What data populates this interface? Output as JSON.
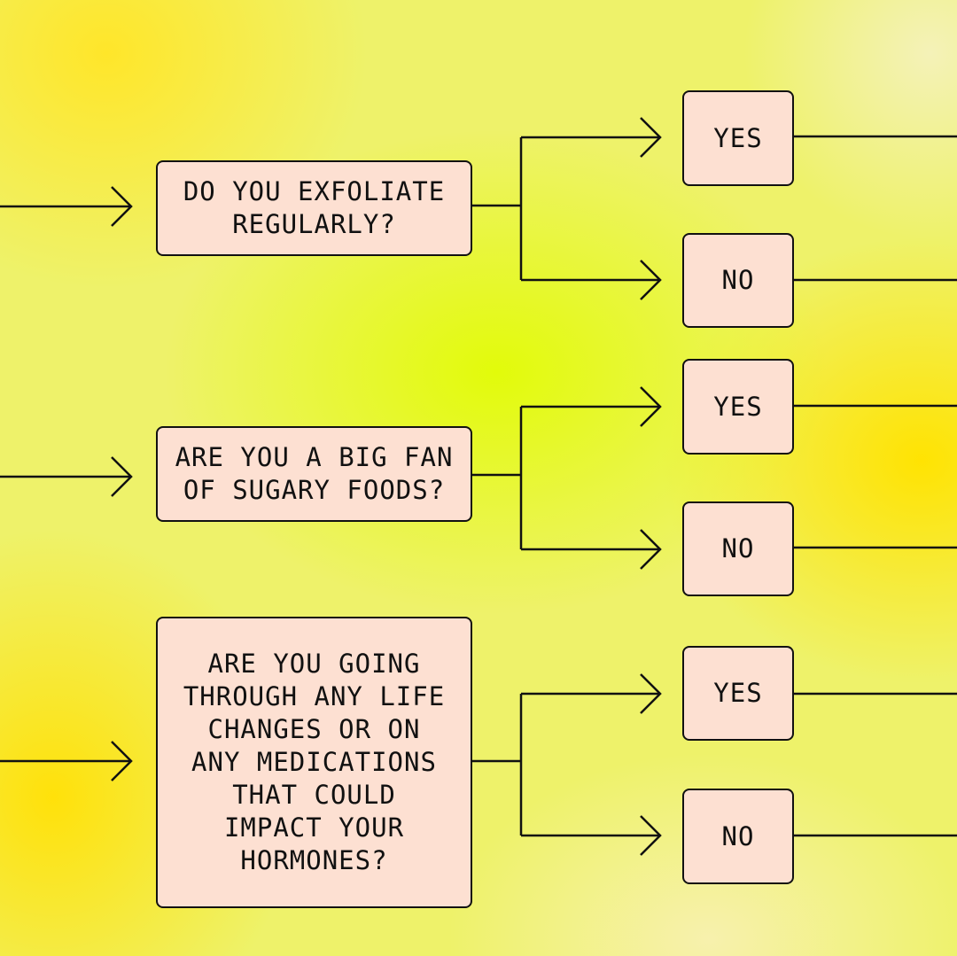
{
  "colors": {
    "box_fill": "#fde0d2",
    "stroke": "#111111"
  },
  "questions": [
    {
      "text": "DO YOU EXFOLIATE REGULARLY?",
      "answers": [
        "YES",
        "NO"
      ]
    },
    {
      "text": "ARE YOU A BIG FAN OF SUGARY FOODS?",
      "answers": [
        "YES",
        "NO"
      ]
    },
    {
      "text": "ARE YOU GOING THROUGH ANY LIFE CHANGES OR ON ANY MEDICATIONS THAT COULD IMPACT YOUR HORMONES?",
      "answers": [
        "YES",
        "NO"
      ]
    }
  ]
}
